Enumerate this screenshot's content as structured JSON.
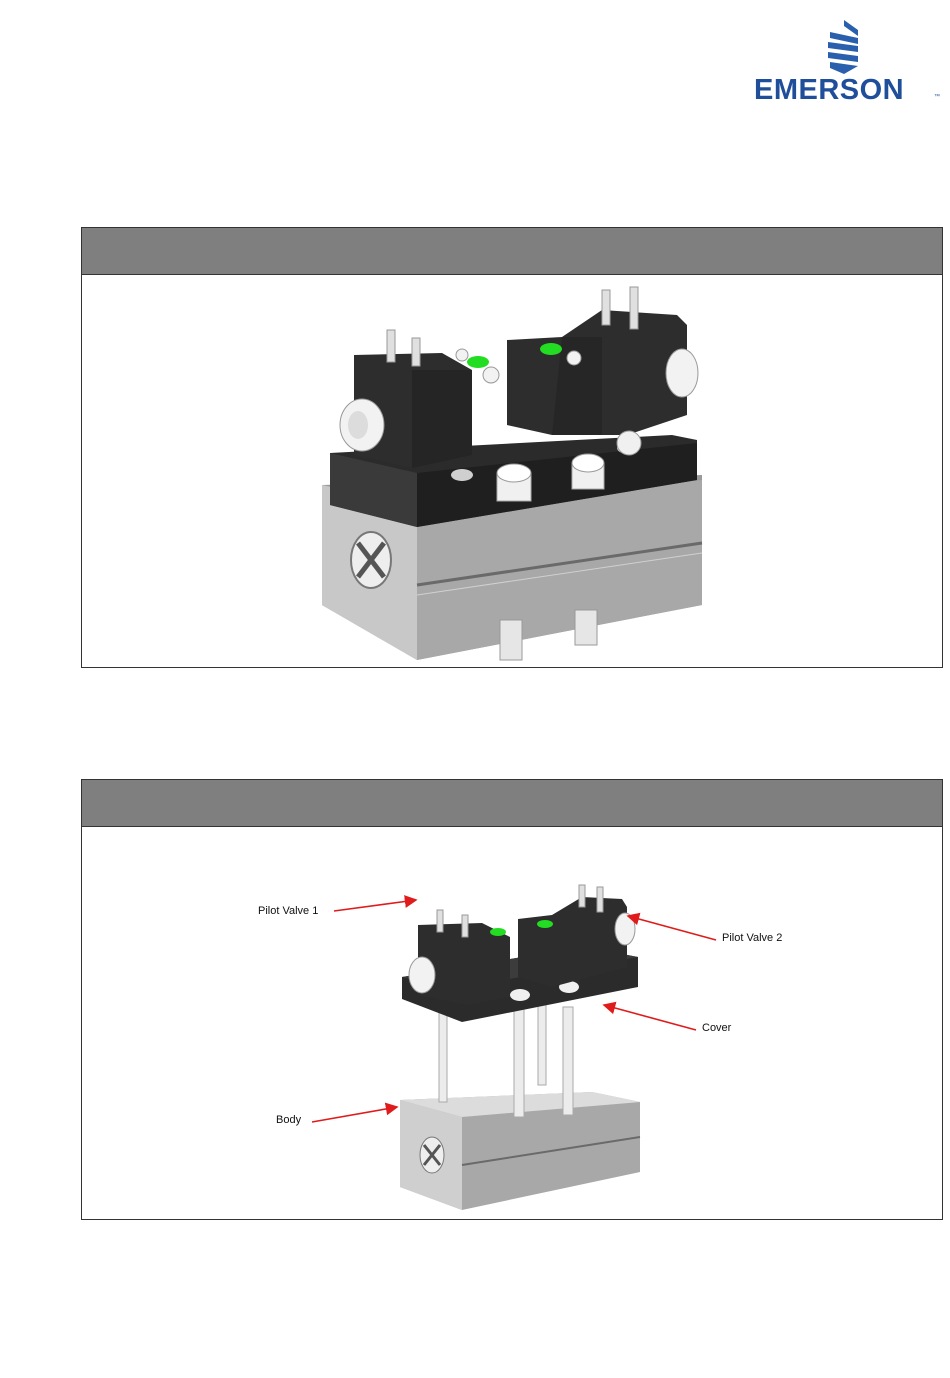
{
  "brand": {
    "name": "EMERSON",
    "tm": "™",
    "color": "#1f4e9a"
  },
  "figures": [
    {
      "header_text": "",
      "header_color": "#7f7f7f"
    },
    {
      "header_text": "",
      "header_color": "#7f7f7f",
      "callouts": {
        "pilot_valve_1": "Pilot Valve 1",
        "pilot_valve_2": "Pilot Valve 2",
        "cover": "Cover",
        "body": "Body"
      },
      "arrow_color": "#e01b1b"
    }
  ],
  "indicator_color": "#22dd22"
}
